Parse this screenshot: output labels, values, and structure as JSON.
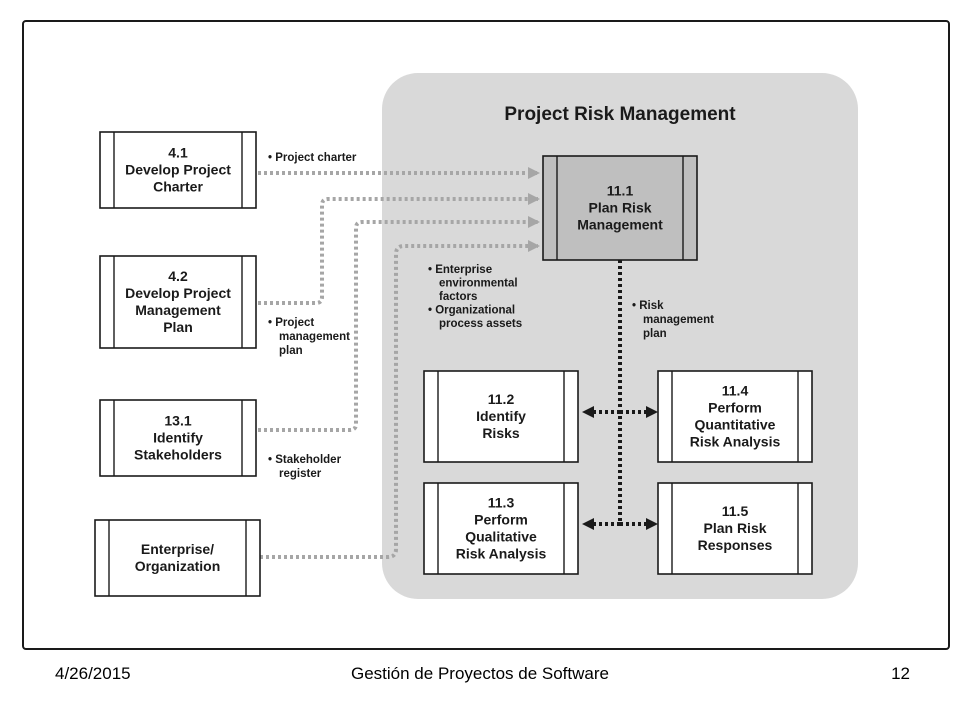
{
  "group": {
    "title": "Project Risk Management"
  },
  "processes": {
    "p41": {
      "number": "4.1",
      "name": [
        "Develop Project",
        "Charter"
      ]
    },
    "p42": {
      "number": "4.2",
      "name": [
        "Develop Project",
        "Management",
        "Plan"
      ]
    },
    "p131": {
      "number": "13.1",
      "name": [
        "Identify",
        "Stakeholders"
      ]
    },
    "enterprise": {
      "number": "",
      "name": [
        "Enterprise/",
        "Organization"
      ]
    },
    "p111": {
      "number": "11.1",
      "name": [
        "Plan Risk",
        "Management"
      ]
    },
    "p112": {
      "number": "11.2",
      "name": [
        "Identify",
        "Risks"
      ]
    },
    "p113": {
      "number": "11.3",
      "name": [
        "Perform",
        "Qualitative",
        "Risk Analysis"
      ]
    },
    "p114": {
      "number": "11.4",
      "name": [
        "Perform",
        "Quantitative",
        "Risk Analysis"
      ]
    },
    "p115": {
      "number": "11.5",
      "name": [
        "Plan Risk",
        "Responses"
      ]
    }
  },
  "flows": {
    "project_charter": [
      "• Project charter"
    ],
    "pm_plan": [
      "• Project",
      "management",
      "plan"
    ],
    "stakeholder_register": [
      "• Stakeholder",
      "register"
    ],
    "enterprise_inputs": [
      "• Enterprise",
      "environmental",
      "factors",
      "• Organizational",
      "process assets"
    ],
    "risk_plan": [
      "• Risk",
      "management",
      "plan"
    ]
  },
  "footer": {
    "date": "4/26/2015",
    "title": "Gestión de Proyectos de Software",
    "page": "12"
  },
  "colors": {
    "group_bg": "#d9d9d9",
    "highlight_box": "#bfbfbf",
    "dotted_gray": "#a6a6a6",
    "dotted_dark": "#1a1a1a"
  }
}
